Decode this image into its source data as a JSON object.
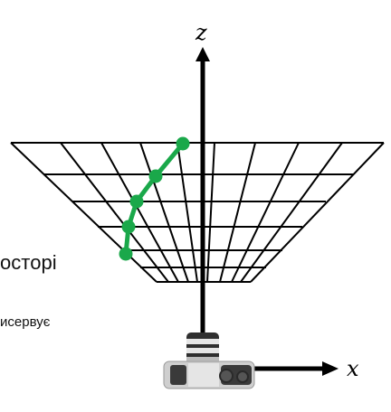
{
  "labels": {
    "z_axis": "z",
    "x_axis": "x",
    "cut_text_1": "остopі",
    "cut_text_2": "исервує"
  },
  "colors": {
    "axis": "#000000",
    "grid": "#000000",
    "trajectory": "#1aa84a",
    "camera_body": "#cfcfcf",
    "camera_dark": "#2b2b2b"
  },
  "icons": {
    "camera": "camera-icon"
  }
}
